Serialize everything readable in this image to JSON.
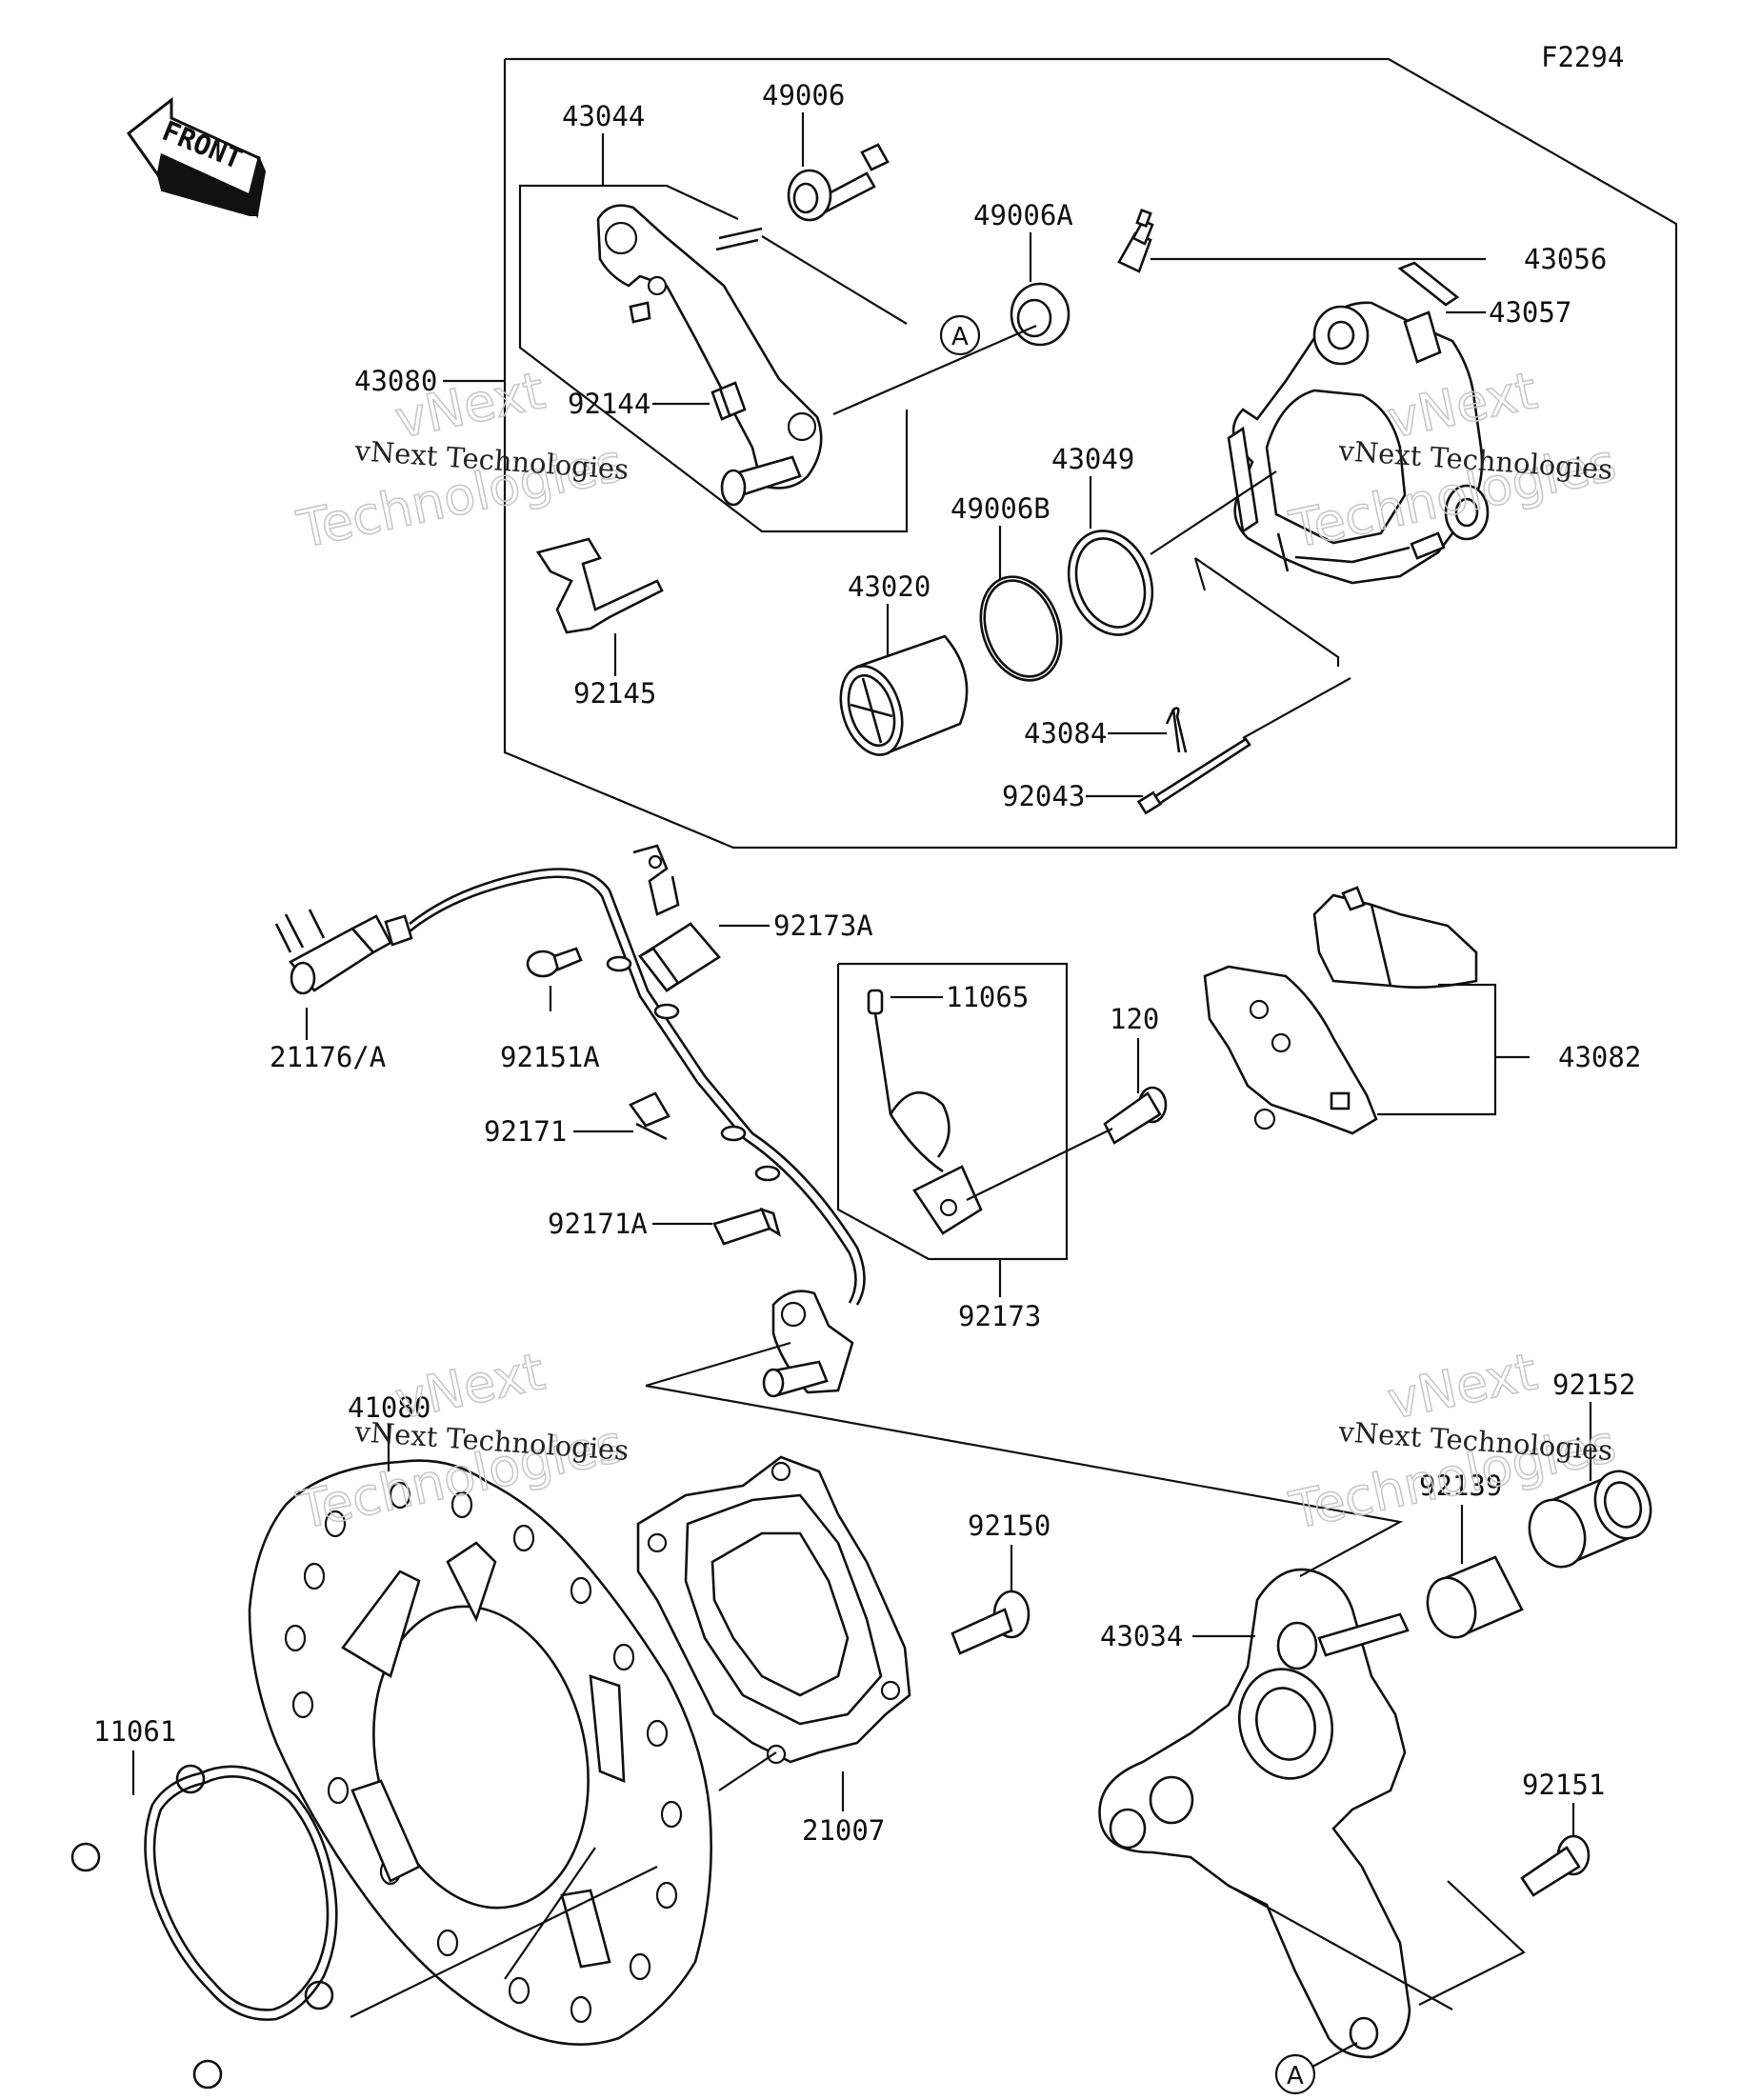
{
  "figure_code": "F2294",
  "front_label": "FRONT",
  "ref_marker": "A",
  "watermark": {
    "line1": "vNext Technologies",
    "line2a": "vNext",
    "line2b": "Technologies"
  },
  "parts": {
    "p43044": "43044",
    "p49006": "49006",
    "p49006A": "49006A",
    "p43056": "43056",
    "p43057": "43057",
    "p43080": "43080",
    "p92144": "92144",
    "p43049": "43049",
    "p49006B": "49006B",
    "p43020": "43020",
    "p92145": "92145",
    "p43084": "43084",
    "p92043": "92043",
    "p92173A": "92173A",
    "p21176A": "21176/A",
    "p92151A": "92151A",
    "p11065": "11065",
    "p120": "120",
    "p43082": "43082",
    "p92171": "92171",
    "p92171A": "92171A",
    "p92173": "92173",
    "p41080": "41080",
    "p92152": "92152",
    "p92139": "92139",
    "p92150": "92150",
    "p43034": "43034",
    "p11061": "11061",
    "p21007": "21007",
    "p92151": "92151"
  }
}
